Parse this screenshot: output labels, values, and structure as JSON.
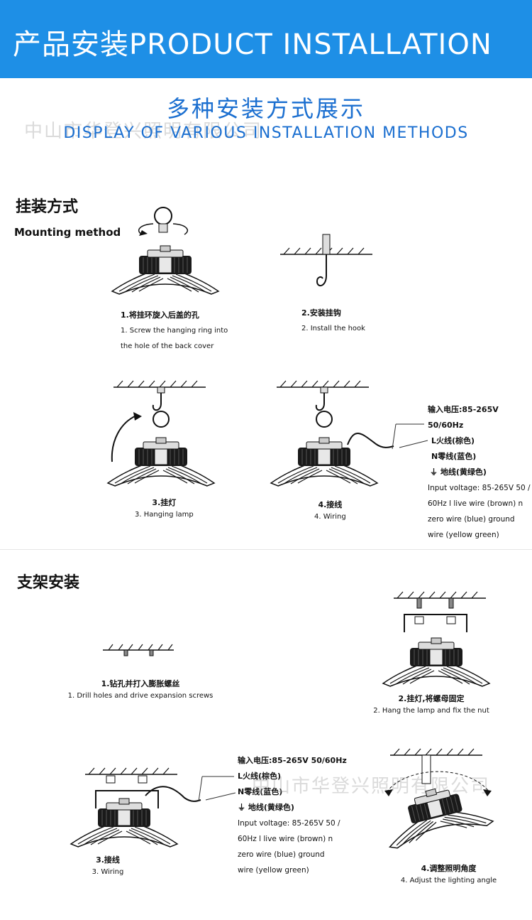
{
  "banner": {
    "title": "产品安装PRODUCT INSTALLATION",
    "color": "#1e8fe6"
  },
  "subtitle": {
    "cn": "多种安装方式展示",
    "en": "DISPLAY OF VARIOUS INSTALLATION METHODS"
  },
  "watermark": {
    "text": "中山市华登兴照明有限公司"
  },
  "section1": {
    "title_cn": "挂装方式",
    "title_en": "Mounting method",
    "steps": [
      {
        "cn": "1.将挂环旋入后盖的孔",
        "en1": "1. Screw the hanging ring into",
        "en2": "the hole of the back cover"
      },
      {
        "cn": "2.安装挂钩",
        "en1": "2. Install the hook"
      },
      {
        "cn": "3.挂灯",
        "en1": "3. Hanging lamp"
      },
      {
        "cn": "4.接线",
        "en1": "4. Wiring"
      }
    ],
    "wiring": {
      "voltage": "输入电压:85-265V 50/60Hz",
      "live": "L火线(棕色)",
      "neutral": "N零线(蓝色)",
      "ground": "地线(黄绿色)",
      "en1": "Input voltage: 85-265V 50 /",
      "en2": "60Hz l live wire (brown) n",
      "en3": "zero wire (blue) ground",
      "en4": "wire (yellow green)"
    }
  },
  "section2": {
    "title_cn": "支架安装",
    "steps": [
      {
        "cn": "1.钻孔并打入膨胀螺丝",
        "en1": "1. Drill holes and drive expansion screws"
      },
      {
        "cn": "2.挂灯,将螺母固定",
        "en1": "2. Hang the lamp and fix the nut"
      },
      {
        "cn": "3.接线",
        "en1": "3. Wiring"
      },
      {
        "cn": "4.调整照明角度",
        "en1": "4. Adjust the lighting angle"
      }
    ],
    "wiring": {
      "voltage": "输入电压:85-265V 50/60Hz",
      "live": "L火线(棕色)",
      "neutral": "N零线(蓝色)",
      "ground": "地线(黄绿色)",
      "en1": "Input voltage: 85-265V 50 /",
      "en2": "60Hz l live wire (brown) n",
      "en3": "zero wire (blue) ground",
      "en4": "wire (yellow green)"
    }
  }
}
